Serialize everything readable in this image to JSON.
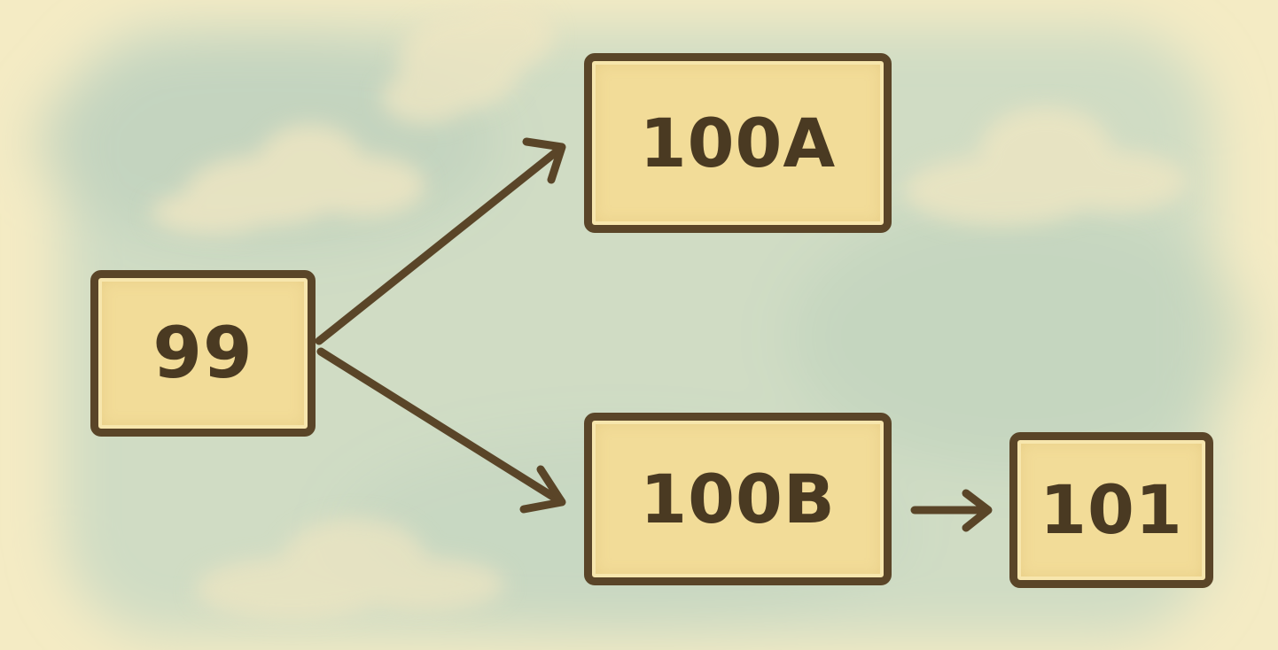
{
  "diagram": {
    "nodes": [
      {
        "id": "99",
        "label": "99"
      },
      {
        "id": "100a",
        "label": "100A"
      },
      {
        "id": "100b",
        "label": "100B"
      },
      {
        "id": "101",
        "label": "101"
      }
    ],
    "edges": [
      {
        "from": "99",
        "to": "100a"
      },
      {
        "from": "99",
        "to": "100b"
      },
      {
        "from": "100b",
        "to": "101"
      }
    ]
  },
  "colors": {
    "ink": "#5a4528",
    "node_fill": "#f2dc98",
    "paper": "#f4ebc4",
    "sky": "#c9d9c4"
  }
}
